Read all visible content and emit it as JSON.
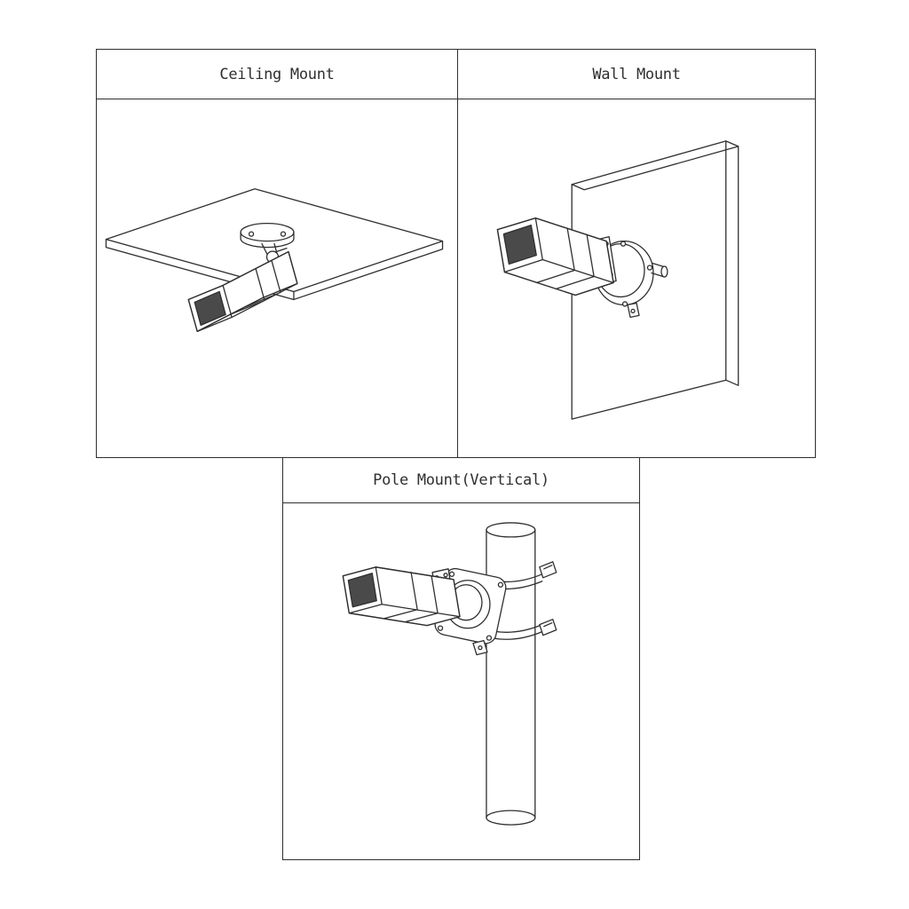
{
  "figure": {
    "panels": [
      {
        "id": "ceiling",
        "title": "Ceiling Mount",
        "illustration": "bullet-camera-ceiling-mount"
      },
      {
        "id": "wall",
        "title": "Wall Mount",
        "illustration": "bullet-camera-wall-mount"
      },
      {
        "id": "pole",
        "title": "Pole Mount(Vertical)",
        "illustration": "bullet-camera-pole-mount"
      }
    ],
    "colors": {
      "line": "#2f2f2f",
      "lens_fill": "#4a4a4a",
      "background": "#ffffff"
    }
  }
}
